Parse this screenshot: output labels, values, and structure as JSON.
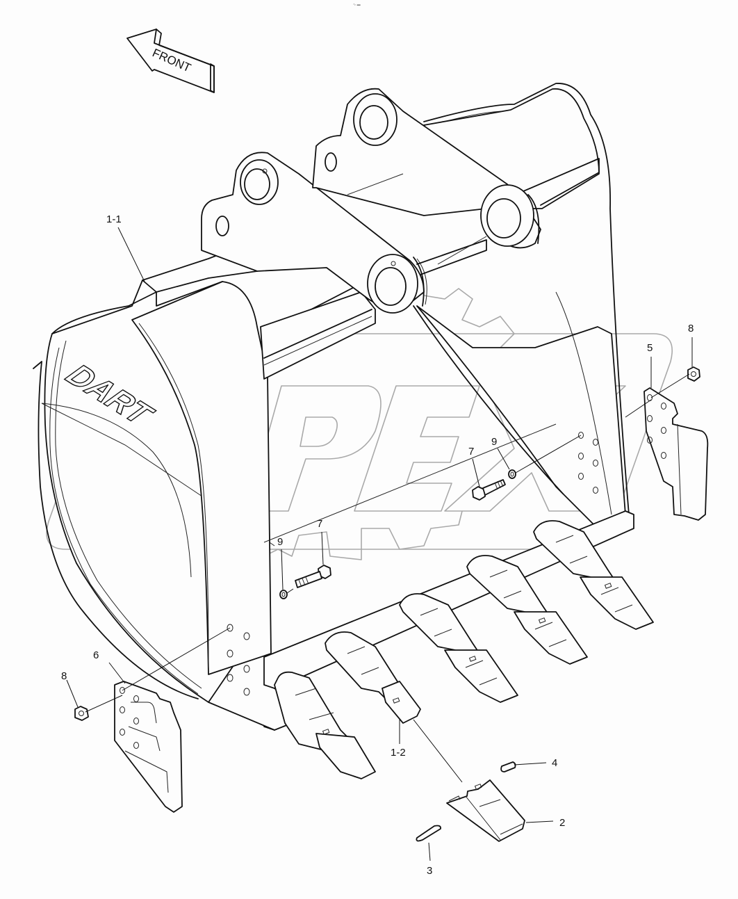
{
  "diagram": {
    "type": "exploded parts diagram",
    "subject": "excavator bucket with teeth, side cutters and fasteners",
    "top_mark": "∿ ▬",
    "direction_arrow": {
      "label": "FRONT"
    },
    "logo": {
      "text": "DART"
    },
    "watermark": {
      "text": "OPEX",
      "color": "#a9a9a9"
    },
    "line_color": "#111111",
    "background_color": "#fdfdfd",
    "callouts": [
      {
        "id": "1-1",
        "label": "1-1",
        "part": "bucket body"
      },
      {
        "id": "1-2",
        "label": "1-2",
        "part": "tooth adapter"
      },
      {
        "id": "2",
        "label": "2",
        "part": "tooth point"
      },
      {
        "id": "3",
        "label": "3",
        "part": "lock pin"
      },
      {
        "id": "4",
        "label": "4",
        "part": "retainer"
      },
      {
        "id": "5",
        "label": "5",
        "part": "side cutter (right)"
      },
      {
        "id": "6",
        "label": "6",
        "part": "side cutter (left)"
      },
      {
        "id": "7a",
        "label": "7",
        "part": "bolt (right side)"
      },
      {
        "id": "7b",
        "label": "7",
        "part": "bolt (left side)"
      },
      {
        "id": "8a",
        "label": "8",
        "part": "nut (right side)"
      },
      {
        "id": "8b",
        "label": "8",
        "part": "nut (left side)"
      },
      {
        "id": "9a",
        "label": "9",
        "part": "washer (right side)"
      },
      {
        "id": "9b",
        "label": "9",
        "part": "washer (left side)"
      }
    ]
  }
}
